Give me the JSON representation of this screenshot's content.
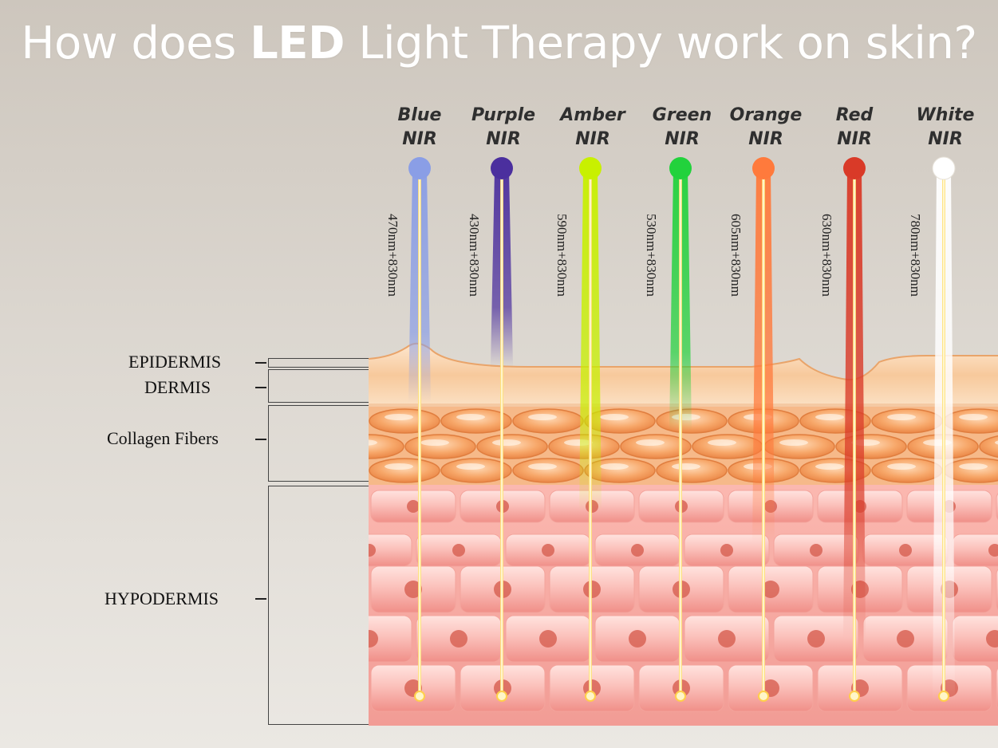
{
  "title": {
    "prefix": "How does ",
    "bold": "LED",
    "suffix": " Light Therapy work on skin?"
  },
  "lights": [
    {
      "name": "Blue",
      "sub": "NIR",
      "wavelength": "470nm+830nm",
      "color": "#8a9ee6"
    },
    {
      "name": "Purple",
      "sub": "NIR",
      "wavelength": "430nm+830nm",
      "color": "#4b2f9e"
    },
    {
      "name": "Amber",
      "sub": "NIR",
      "wavelength": "590nm+830nm",
      "color": "#c8f000"
    },
    {
      "name": "Green",
      "sub": "NIR",
      "wavelength": "530nm+830nm",
      "color": "#22d23c"
    },
    {
      "name": "Orange",
      "sub": "NIR",
      "wavelength": "605nm+830nm",
      "color": "#ff7a3c"
    },
    {
      "name": "Red",
      "sub": "NIR",
      "wavelength": "630nm+830nm",
      "color": "#d93a28"
    },
    {
      "name": "White",
      "sub": "NIR",
      "wavelength": "780nm+830nm",
      "color": "#ffffff"
    }
  ],
  "layers": {
    "epidermis": "EPIDERMIS",
    "dermis": "DERMIS",
    "collagen": "Collagen Fibers",
    "hypodermis": "HYPODERMIS"
  }
}
